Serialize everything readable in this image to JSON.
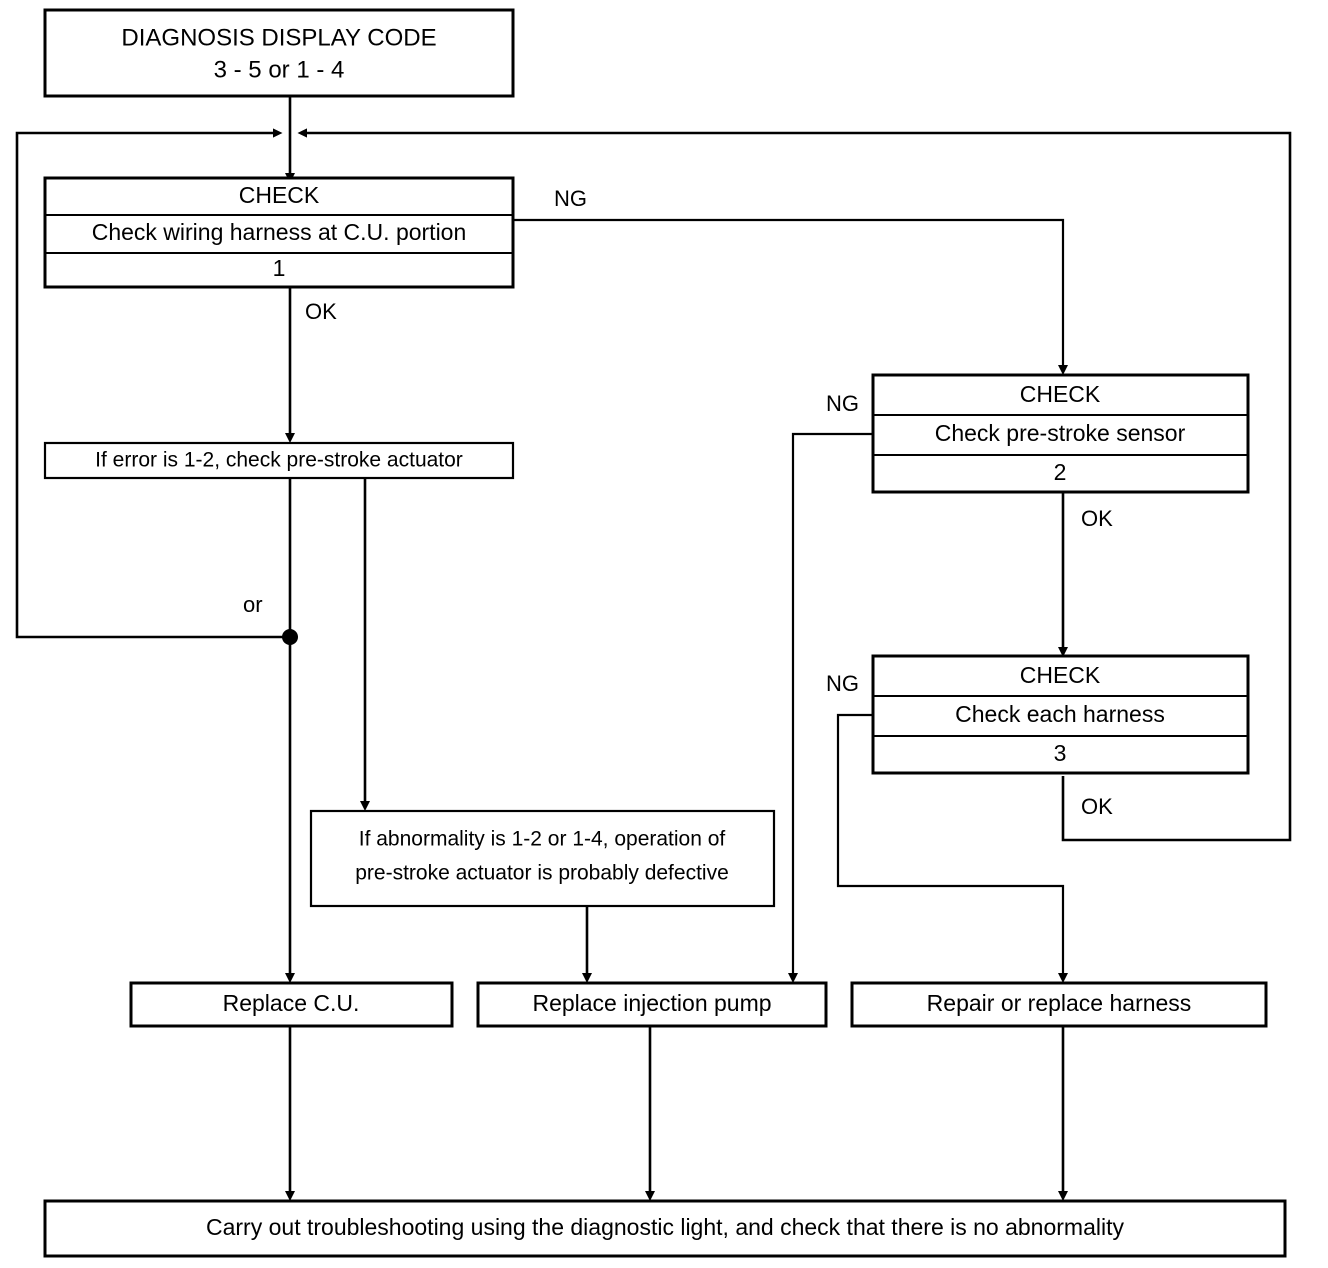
{
  "diagram": {
    "type": "flowchart",
    "title": "DIAGNOSIS DISPLAY CODE troubleshooting flow",
    "nodes": {
      "start": {
        "line1": "DIAGNOSIS DISPLAY CODE",
        "line2": "3 - 5 or 1 - 4"
      },
      "check1": {
        "header": "CHECK",
        "body": "Check wiring harness at C.U. portion",
        "number": "1"
      },
      "check2": {
        "header": "CHECK",
        "body": "Check pre-stroke sensor",
        "number": "2"
      },
      "check3": {
        "header": "CHECK",
        "body": "Check each harness",
        "number": "3"
      },
      "note_error": {
        "text": "If error is 1-2, check pre-stroke actuator"
      },
      "note_abnormality": {
        "line1": "If abnormality is 1-2 or 1-4, operation of",
        "line2": "pre-stroke actuator is probably defective"
      },
      "replace_cu": {
        "text": "Replace C.U."
      },
      "replace_pump": {
        "text": "Replace injection pump"
      },
      "repair_harness": {
        "text": "Repair or replace harness"
      },
      "final": {
        "text": "Carry out troubleshooting using the diagnostic light, and check that there is no abnormality"
      }
    },
    "edge_labels": {
      "check1_ng": "NG",
      "check1_ok": "OK",
      "check2_ng": "NG",
      "check2_ok": "OK",
      "check3_ng": "NG",
      "check3_ok": "OK",
      "or_junction": "or"
    },
    "colors": {
      "stroke": "#000000",
      "fill": "#ffffff",
      "text": "#000000"
    }
  }
}
